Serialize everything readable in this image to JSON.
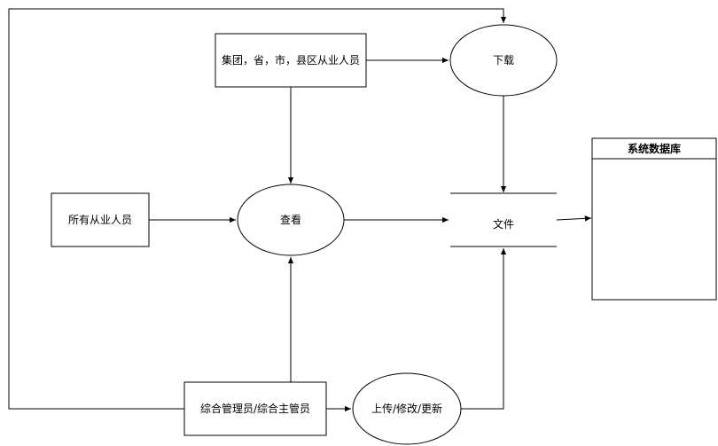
{
  "nodes": {
    "group_staff": "集团，省，市，县区从业人员",
    "download": "下载",
    "all_staff": "所有从业人员",
    "view": "查看",
    "file": "文件",
    "system_db": "系统数据库",
    "admin": "综合管理员/综合主管员",
    "upload": "上传/修改/更新"
  },
  "colors": {
    "stroke": "#000000",
    "fill": "#ffffff"
  }
}
